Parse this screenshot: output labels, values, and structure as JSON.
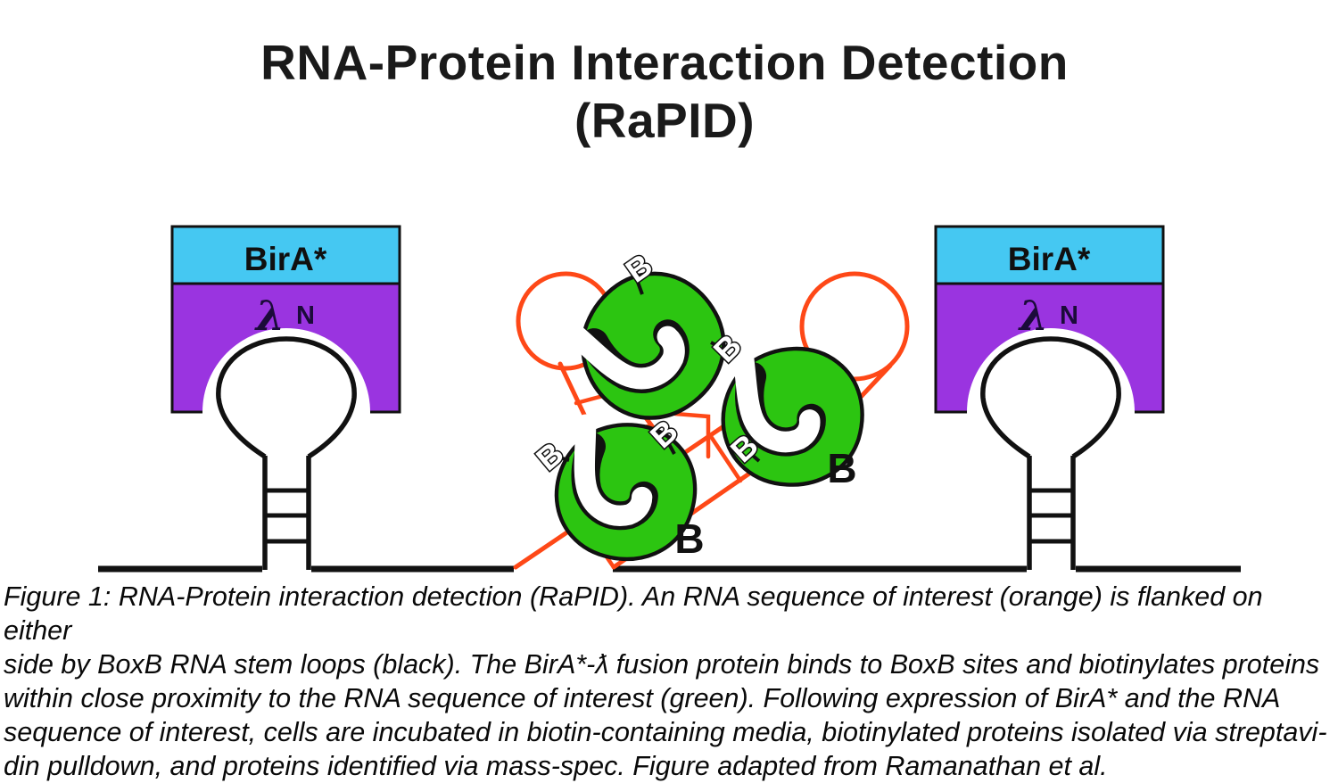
{
  "title": {
    "line1": "RNA-Protein Interaction Detection",
    "line2": "(RaPID)"
  },
  "fusion_construct": {
    "bira_label": "BirA*",
    "lambda_label": "λ",
    "n_label": "N"
  },
  "biotin": {
    "tag_label": "B"
  },
  "caption": {
    "lines": [
      "Figure 1: RNA-Protein interaction detection (RaPID). An RNA sequence of interest (orange) is flanked on either",
      "side by BoxB RNA stem loops (black). The BirA*-ƛ fusion protein binds to BoxB sites and biotinylates proteins",
      "within close proximity to the RNA sequence of interest (green). Following expression of BirA* and the RNA",
      "sequence of interest, cells are incubated in biotin-containing media, biotinylated proteins isolated via streptavi-",
      "din pulldown, and proteins identified via mass-spec. Figure adapted from Ramanathan et al."
    ]
  },
  "colors": {
    "bira_cyan": "#45c8f2",
    "lambda_purple": "#9a34e0",
    "protein_green": "#2cc511",
    "rna_orange": "#fe4817",
    "line_black": "#111111"
  }
}
